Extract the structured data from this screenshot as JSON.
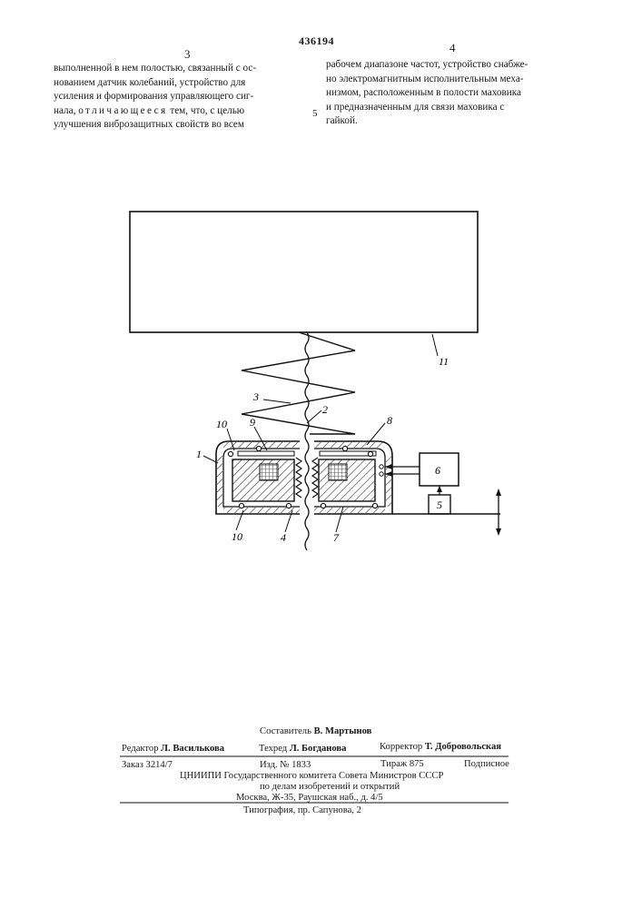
{
  "header": {
    "patent_number": "436194",
    "left_column_number": "3",
    "right_column_number": "4",
    "line_marker": "5"
  },
  "text": {
    "left_lines": [
      "выполненной в нем полостью, связанный с ос-",
      "нованием датчик колебаний, устройство для",
      "усиления и формирования управляющего сиг-",
      "нала,",
      "отличающееся",
      "тем, что, с целью",
      "улучшения виброзащитных  свойств во всем"
    ],
    "right_lines": [
      "рабочем диапазоне частот, устройство снабже-",
      "но электромагнитным исполнительным  меха-",
      "низмом, расположенным в полости маховика",
      "и предназначенным  для  связи  маховика с",
      "гайкой."
    ]
  },
  "figure": {
    "labels": [
      "11",
      "3",
      "2",
      "10",
      "9",
      "8",
      "1",
      "6",
      "5",
      "10",
      "4",
      "7"
    ]
  },
  "footer": {
    "compiler_label": "Составитель",
    "compiler_name": "В. Мартынов",
    "editor_label": "Редактор",
    "editor_name": "Л. Василькова",
    "techred_label": "Техред",
    "techred_name": "Л. Богданова",
    "corrector_label": "Корректор",
    "corrector_name": "Т. Добровольская",
    "order": "Заказ  3214/7",
    "issue": "Изд. № 1833",
    "print_run": "Тираж  875",
    "subscription": "Подписное",
    "org_line1": "ЦНИИПИ  Государственного комитета Совета Министров СССР",
    "org_line2": "по делам изобретений и открытий",
    "address": "Москва, Ж-35, Раушская наб., д. 4/5",
    "printer": "Типография, пр. Сапунова, 2"
  }
}
